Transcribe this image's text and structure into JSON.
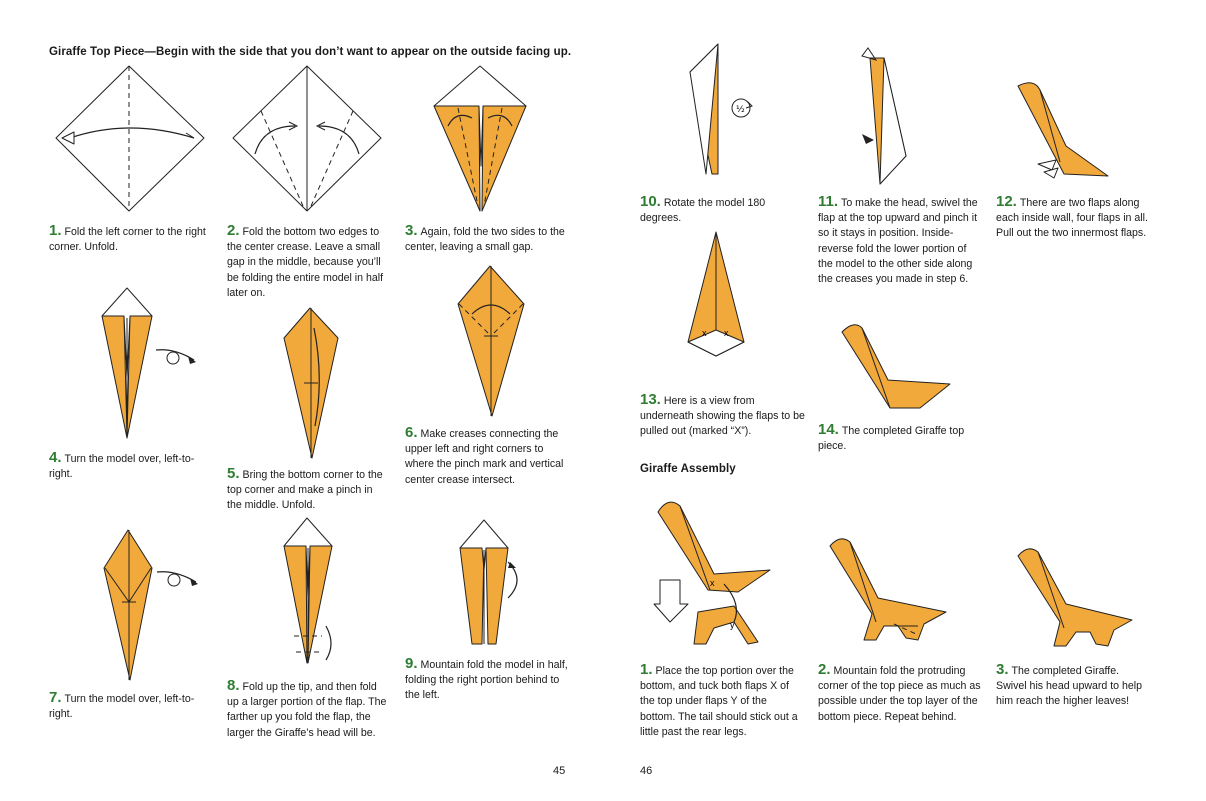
{
  "left_page": {
    "heading": "Giraffe Top Piece—Begin with the side that you don’t want to appear on the outside facing up.",
    "steps": [
      {
        "num": "1.",
        "text": "Fold the left corner to the right corner. Unfold."
      },
      {
        "num": "2.",
        "text": "Fold the bottom two edges to the center crease. Leave a small gap in the middle, because you’ll be folding the entire model in half later on."
      },
      {
        "num": "3.",
        "text": "Again, fold the two sides to the center, leaving a small gap."
      },
      {
        "num": "4.",
        "text": "Turn the model over, left-to-right."
      },
      {
        "num": "5.",
        "text": "Bring the bottom corner to the top corner and make a pinch in the middle. Unfold."
      },
      {
        "num": "6.",
        "text": "Make creases connecting the upper left and right corners to where the pinch mark and vertical center crease intersect."
      },
      {
        "num": "7.",
        "text": "Turn the model over, left-to-right."
      },
      {
        "num": "8.",
        "text": "Fold up the tip, and then fold up a larger portion of the flap. The farther up you fold the flap, the larger the Giraffe’s head will be."
      },
      {
        "num": "9.",
        "text": "Mountain fold the model in half, folding the right portion behind to the left."
      }
    ],
    "page_number": "45"
  },
  "right_page": {
    "steps": [
      {
        "num": "10.",
        "text": "Rotate the model 180 degrees."
      },
      {
        "num": "11.",
        "text": "To make the head, swivel the flap at the top upward and pinch it so it stays in position. Inside-reverse fold the lower portion of the model to the other side along the creases you made in step 6."
      },
      {
        "num": "12.",
        "text": "There are two flaps along each inside wall, four flaps in all. Pull out the two innermost flaps."
      },
      {
        "num": "13.",
        "text": "Here is a view from underneath showing the flaps to be pulled out (marked “X”)."
      },
      {
        "num": "14.",
        "text": "The completed Giraffe top piece."
      }
    ],
    "assembly_heading": "Giraffe Assembly",
    "assembly_steps": [
      {
        "num": "1.",
        "text": "Place the top portion over the bottom, and tuck both flaps X of the top under flaps Y of the bottom. The tail should stick out a little past the rear legs."
      },
      {
        "num": "2.",
        "text": "Mountain fold the protruding corner of the top piece as much as possible under the top layer of the bottom piece. Repeat behind."
      },
      {
        "num": "3.",
        "text": "The completed Giraffe. Swivel his head upward to help him reach the higher leaves!"
      }
    ],
    "rotate_symbol": "½",
    "diagram_labels": {
      "x": "x",
      "y": "y"
    },
    "page_number": "46"
  },
  "colors": {
    "paper_orange": "#f2a93b",
    "step_number_green": "#2e7d32",
    "line": "#222222"
  }
}
